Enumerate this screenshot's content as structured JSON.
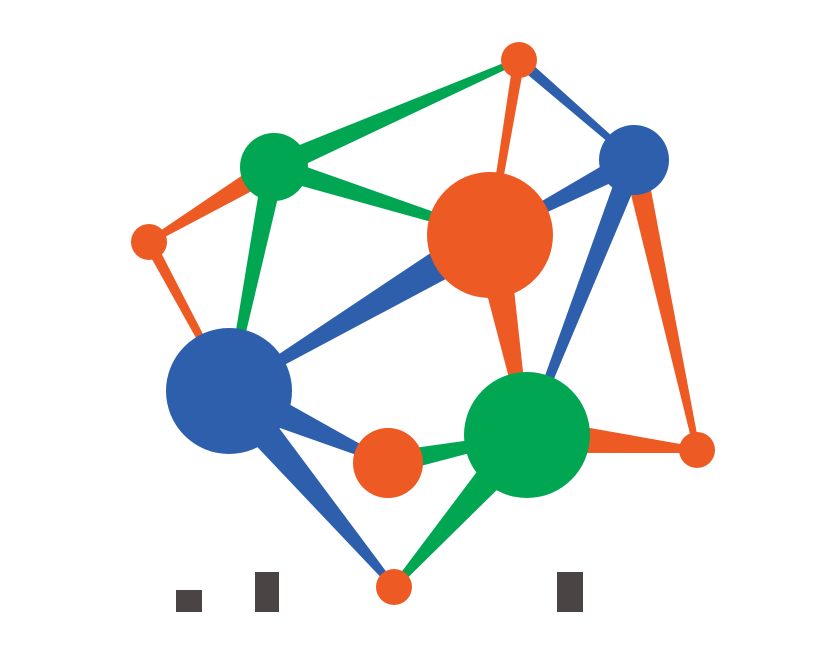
{
  "graphic": {
    "kind": "network-graph-logo",
    "colors": {
      "orange": "#ee5a24",
      "green": "#00a651",
      "blue": "#2e5fac",
      "mark": "#4a4445"
    },
    "nodes": [
      {
        "id": "n-top",
        "color": "orange"
      },
      {
        "id": "n-green-upper-left",
        "color": "green"
      },
      {
        "id": "n-blue-upper-right",
        "color": "blue"
      },
      {
        "id": "n-orange-left",
        "color": "orange"
      },
      {
        "id": "n-orange-center-large",
        "color": "orange"
      },
      {
        "id": "n-blue-large-left",
        "color": "blue"
      },
      {
        "id": "n-green-large-lower",
        "color": "green"
      },
      {
        "id": "n-orange-small-center",
        "color": "orange"
      },
      {
        "id": "n-orange-right",
        "color": "orange"
      },
      {
        "id": "n-orange-bottom",
        "color": "orange"
      }
    ],
    "edges": [
      {
        "from": "n-green-upper-left",
        "to": "n-top",
        "color": "green"
      },
      {
        "from": "n-green-upper-left",
        "to": "n-orange-center-large",
        "color": "green"
      },
      {
        "from": "n-green-upper-left",
        "to": "n-blue-large-left",
        "color": "green"
      },
      {
        "from": "n-green-upper-left",
        "to": "n-orange-left",
        "color": "orange"
      },
      {
        "from": "n-orange-left",
        "to": "n-blue-large-left",
        "color": "orange"
      },
      {
        "from": "n-top",
        "to": "n-orange-center-large",
        "color": "orange"
      },
      {
        "from": "n-top",
        "to": "n-blue-upper-right",
        "color": "blue"
      },
      {
        "from": "n-blue-upper-right",
        "to": "n-orange-center-large",
        "color": "blue"
      },
      {
        "from": "n-blue-upper-right",
        "to": "n-green-large-lower",
        "color": "blue"
      },
      {
        "from": "n-blue-upper-right",
        "to": "n-orange-right",
        "color": "orange"
      },
      {
        "from": "n-orange-center-large",
        "to": "n-blue-large-left",
        "color": "blue"
      },
      {
        "from": "n-orange-center-large",
        "to": "n-green-large-lower",
        "color": "orange"
      },
      {
        "from": "n-blue-large-left",
        "to": "n-orange-small-center",
        "color": "blue"
      },
      {
        "from": "n-blue-large-left",
        "to": "n-orange-bottom",
        "color": "blue"
      },
      {
        "from": "n-orange-small-center",
        "to": "n-green-large-lower",
        "color": "green"
      },
      {
        "from": "n-green-large-lower",
        "to": "n-orange-bottom",
        "color": "green"
      },
      {
        "from": "n-green-large-lower",
        "to": "n-orange-right",
        "color": "orange"
      }
    ],
    "marks": [
      {
        "id": "mark-1",
        "color": "mark"
      },
      {
        "id": "mark-2",
        "color": "mark"
      },
      {
        "id": "mark-3",
        "color": "mark"
      }
    ]
  }
}
